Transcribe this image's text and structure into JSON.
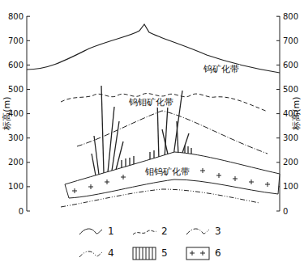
{
  "diagram": {
    "labels": [
      "钨矿化带",
      "钨钼矿化带",
      "钼钨矿化带",
      "800",
      "700",
      "600",
      "500",
      "400",
      "300",
      "200",
      "100",
      "0",
      "标高(m)",
      "800",
      "700",
      "600",
      "500",
      "400",
      "300",
      "200",
      "100",
      "0",
      "标高(m)"
    ],
    "legend": [
      {
        "text": "1"
      },
      {
        "text": "2"
      },
      {
        "text": "3"
      },
      {
        "text": "4"
      },
      {
        "text": "5"
      },
      {
        "text": "6"
      }
    ]
  }
}
